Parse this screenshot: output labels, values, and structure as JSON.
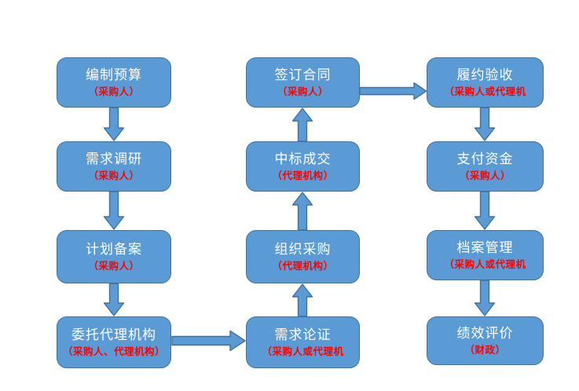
{
  "diagram": {
    "type": "flowchart",
    "colors": {
      "background": "#ffffff",
      "node_fill": "#5b9bd5",
      "node_border": "#41719c",
      "arrow_fill": "#5b9bd5",
      "arrow_border": "#41719c",
      "title_color": "#ffffff",
      "subtitle_color": "#ff0000"
    },
    "nodes": [
      {
        "id": "budget-preparation",
        "title": "编制预算",
        "subtitle": "（采购人）"
      },
      {
        "id": "demand-research",
        "title": "需求调研",
        "subtitle": "（采购人）"
      },
      {
        "id": "plan-filing",
        "title": "计划备案",
        "subtitle": "（采购人）"
      },
      {
        "id": "entrust-agency",
        "title": "委托代理机构",
        "subtitle": "（采购人、代理机构）"
      },
      {
        "id": "demand-verification",
        "title": "需求论证",
        "subtitle": "（采购人或代理机"
      },
      {
        "id": "organize-procurement",
        "title": "组织采购",
        "subtitle": "（代理机构）"
      },
      {
        "id": "bid-award",
        "title": "中标成交",
        "subtitle": "（代理机构）"
      },
      {
        "id": "sign-contract",
        "title": "签订合同",
        "subtitle": "（采购人）"
      },
      {
        "id": "performance-acceptance",
        "title": "履约验收",
        "subtitle": "（采购人或代理机"
      },
      {
        "id": "fund-payment",
        "title": "支付资金",
        "subtitle": "（采购人）"
      },
      {
        "id": "archive-management",
        "title": "档案管理",
        "subtitle": "（采购人或代理机"
      },
      {
        "id": "performance-evaluation",
        "title": "绩效评价",
        "subtitle": "（财政）"
      }
    ]
  }
}
